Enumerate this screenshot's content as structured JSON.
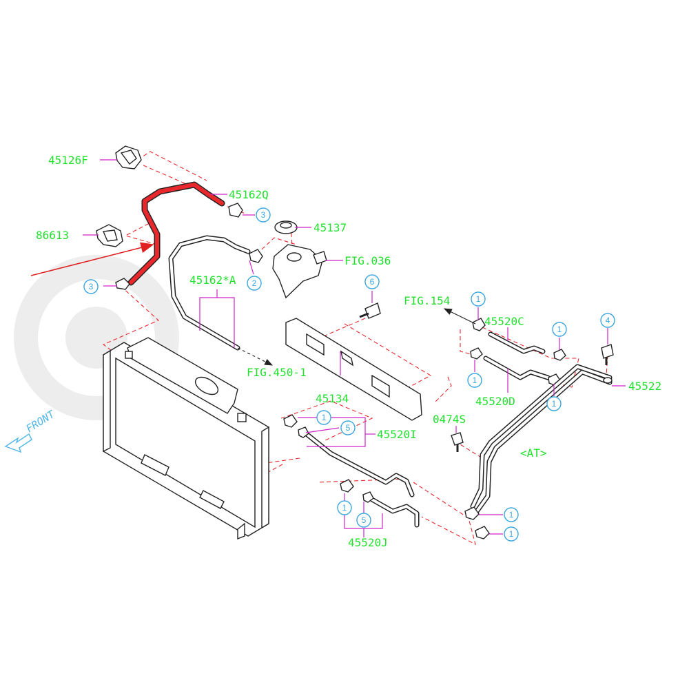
{
  "labels": {
    "p45126F": "45126F",
    "p45162Q": "45162Q",
    "p86613": "86613",
    "p45137": "45137",
    "fig036": "FIG.036",
    "p45162A": "45162*A",
    "fig4501": "FIG.450-1",
    "fig154": "FIG.154",
    "p45520C": "45520C",
    "p45134": "45134",
    "p45522": "45522",
    "p45520D": "45520D",
    "p0474S": "0474S",
    "at": "<AT>",
    "p45520I": "45520I",
    "p45520J": "45520J",
    "front": "FRONT"
  },
  "callouts": {
    "c1": "1",
    "c2": "2",
    "c3": "3",
    "c4": "4",
    "c5": "5",
    "c6": "6"
  },
  "colors": {
    "part_label": "#22e12e",
    "callout": "#3aa6e0",
    "leader": "#cf23c8",
    "dashed_guide": "#e8282d",
    "highlight_hose": "#e8282d",
    "pointer_arrow": "#e02020"
  },
  "highlight": {
    "part": "45162Q",
    "pointer": "red-arrow"
  }
}
